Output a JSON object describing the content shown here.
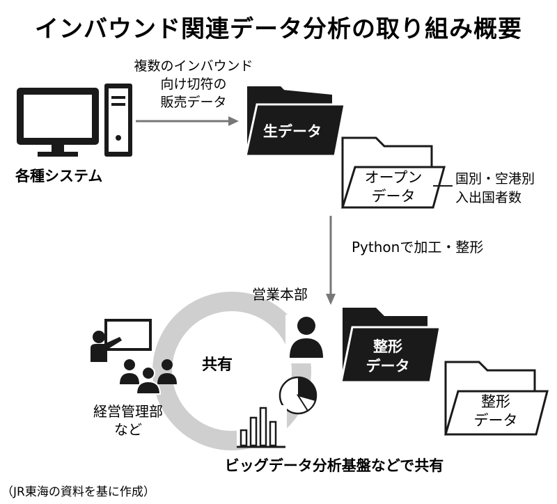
{
  "title": "インバウンド関連データ分析の取り組み概要",
  "source_text": "複数のインバウンド\n向け切符の\n販売データ",
  "systems_label": "各種システム",
  "raw_folder_label": "生データ",
  "open_folder_label": "オープン\nデータ",
  "open_data_desc": "国別・空港別\n入出国者数",
  "process_label": "Pythonで加工・整形",
  "sales_label": "営業本部",
  "share_label": "共有",
  "mgmt_label": "経営管理部\nなど",
  "formatted_folder_label_1": "整形\nデータ",
  "formatted_folder_label_2": "整形\nデータ",
  "bigdata_label": "ビッグデータ分析基盤などで共有",
  "credit": "（JR東海の資料を基に作成）",
  "icons": [
    "computer-icon",
    "folder-icon",
    "person-icon",
    "presentation-icon",
    "group-icon",
    "pie-chart-icon",
    "bar-chart-icon"
  ]
}
